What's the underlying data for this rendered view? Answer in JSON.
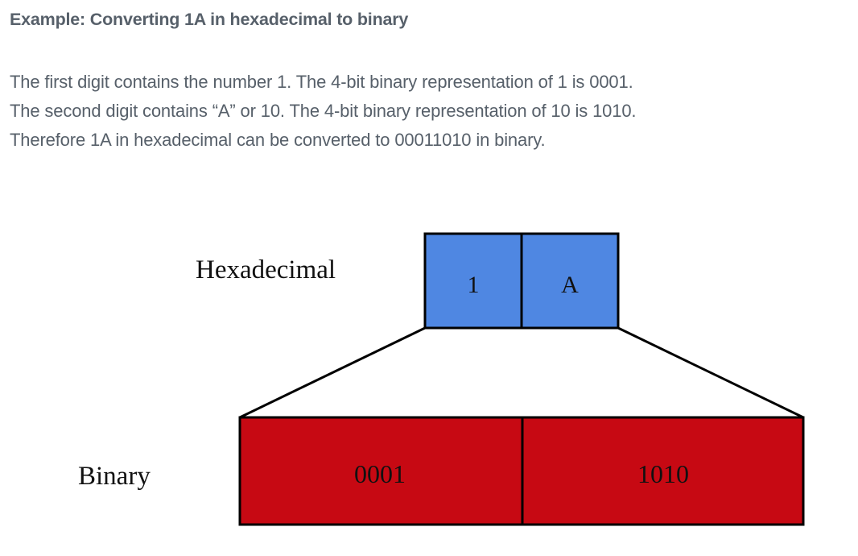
{
  "heading": "Example: Converting 1A in hexadecimal to binary",
  "paragraph": [
    "The first digit contains the number 1. The 4-bit binary representation of 1 is 0001.",
    "The second digit contains “A” or 10.  The 4-bit binary representation of 10 is 1010.",
    "Therefore 1A in hexadecimal can be converted to 00011010 in binary."
  ],
  "diagram": {
    "hex_label": "Hexadecimal",
    "binary_label": "Binary",
    "hex_digits": [
      "1",
      "A"
    ],
    "binary_groups": [
      "0001",
      "1010"
    ],
    "colors": {
      "hex_fill": "#4f87e2",
      "binary_fill": "#c70913",
      "stroke": "#000000"
    }
  }
}
